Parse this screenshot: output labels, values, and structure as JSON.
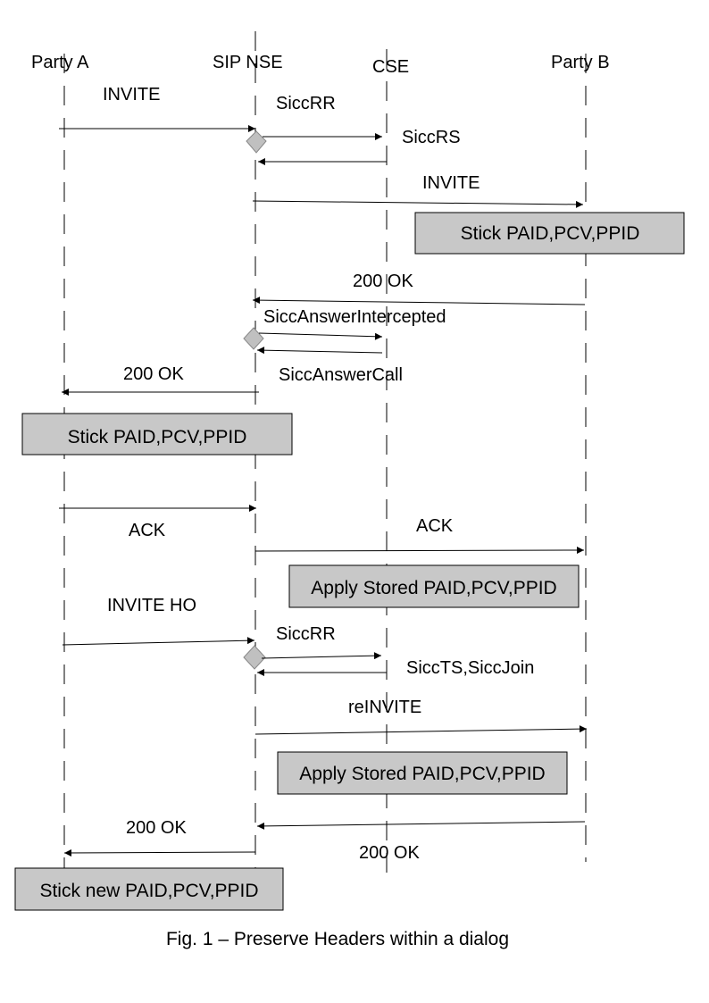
{
  "diagram": {
    "title": "Fig. 1 – Preserve Headers within a dialog",
    "participants": [
      {
        "id": "A",
        "label": "Party A"
      },
      {
        "id": "N",
        "label": "SIP NSE"
      },
      {
        "id": "C",
        "label": "CSE"
      },
      {
        "id": "B",
        "label": "Party B"
      }
    ],
    "messages": [
      {
        "from": "A",
        "to": "N",
        "label": "INVITE"
      },
      {
        "from": "N",
        "to": "C",
        "label": "SiccRR"
      },
      {
        "from": "C",
        "to": "N",
        "label": "SiccRS"
      },
      {
        "from": "N",
        "to": "B",
        "label": "INVITE"
      },
      {
        "from": "B",
        "to": "N",
        "label": "200 OK"
      },
      {
        "from": "N",
        "to": "C",
        "label": "SiccAnswerIntercepted"
      },
      {
        "from": "C",
        "to": "N",
        "label": "SiccAnswerCall"
      },
      {
        "from": "N",
        "to": "A",
        "label": "200 OK"
      },
      {
        "from": "A",
        "to": "N",
        "label": "ACK"
      },
      {
        "from": "N",
        "to": "B",
        "label": "ACK"
      },
      {
        "from": "A",
        "to": "N",
        "label": "INVITE HO"
      },
      {
        "from": "N",
        "to": "C",
        "label": "SiccRR"
      },
      {
        "from": "C",
        "to": "N",
        "label": "SiccTS,SiccJoin"
      },
      {
        "from": "N",
        "to": "B",
        "label": "reINVITE"
      },
      {
        "from": "B",
        "to": "N",
        "label": "200 OK"
      },
      {
        "from": "N",
        "to": "A",
        "label": "200 OK"
      }
    ],
    "notes": [
      {
        "label": "Stick PAID,PCV,PPID"
      },
      {
        "label": "Stick PAID,PCV,PPID"
      },
      {
        "label": "Apply Stored PAID,PCV,PPID"
      },
      {
        "label": "Apply Stored PAID,PCV,PPID"
      },
      {
        "label": "Stick new PAID,PCV,PPID"
      }
    ],
    "colors": {
      "note_fill": "#c8c8c8",
      "decision_fill": "#c0c0c0",
      "line": "#000000"
    }
  }
}
